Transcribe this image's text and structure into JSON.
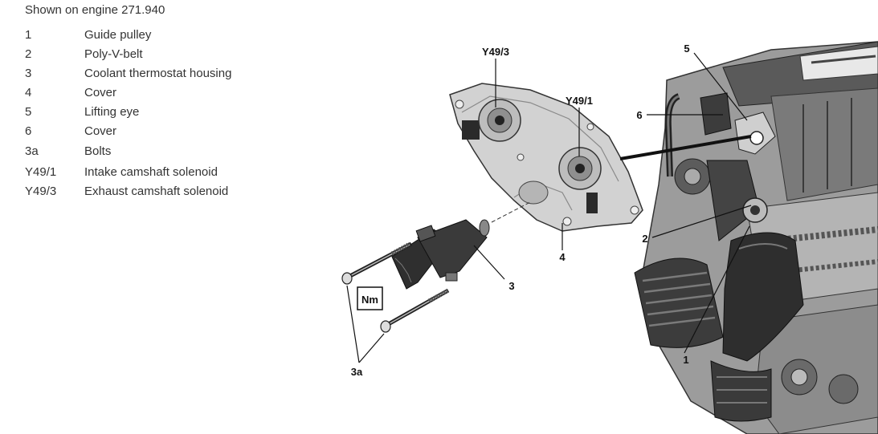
{
  "caption": "Shown on engine 271.940",
  "legend": [
    {
      "code": "1",
      "text": "Guide pulley"
    },
    {
      "code": "2",
      "text": "Poly-V-belt"
    },
    {
      "code": "3",
      "text": "Coolant thermostat housing"
    },
    {
      "code": "4",
      "text": "Cover"
    },
    {
      "code": "5",
      "text": "Lifting eye"
    },
    {
      "code": "6",
      "text": "Cover"
    },
    {
      "code": "3a",
      "text": "Bolts"
    },
    {
      "code": "Y49/1",
      "text": "Intake camshaft solenoid"
    },
    {
      "code": "Y49/3",
      "text": "Exhaust camshaft solenoid"
    }
  ],
  "callouts": {
    "y49_3": "Y49/3",
    "y49_1": "Y49/1",
    "c1": "1",
    "c2": "2",
    "c3": "3",
    "c4": "4",
    "c5": "5",
    "c6": "6",
    "c3a": "3a",
    "nm_badge": "Nm"
  },
  "colors": {
    "line": "#111111",
    "part_light": "#cfcfcf",
    "part_mid": "#9a9a9a",
    "part_dark": "#3c3c3c"
  }
}
